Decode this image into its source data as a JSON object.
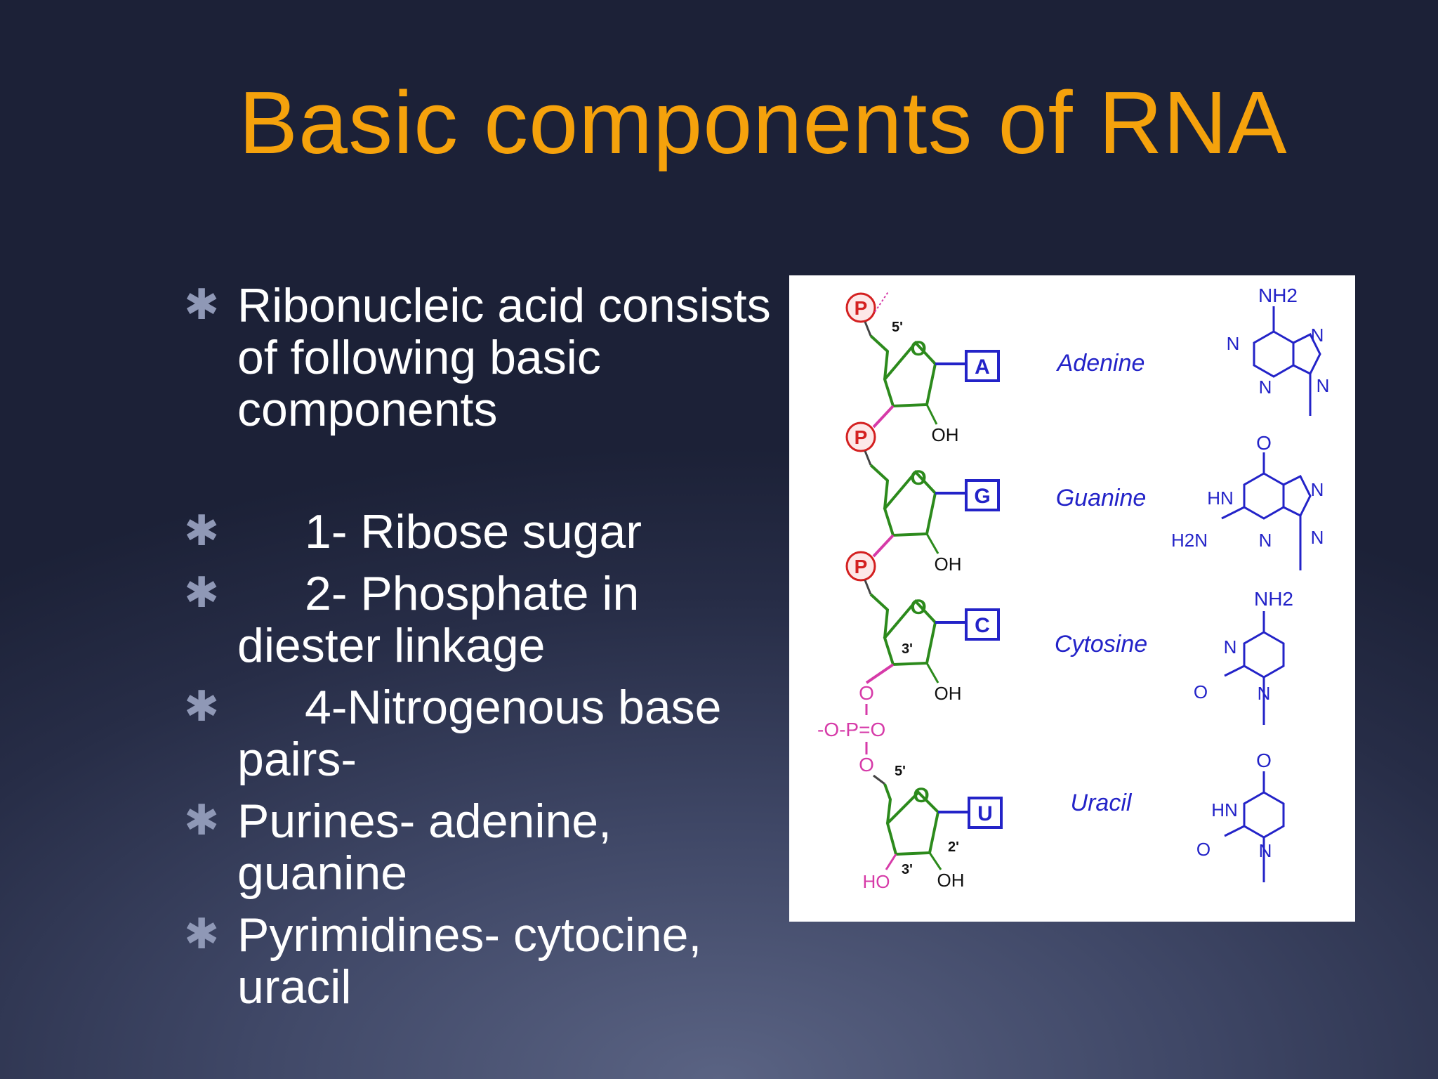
{
  "slide": {
    "title": "Basic components of RNA",
    "background_color": "#272d47",
    "title_color": "#f5a20c"
  },
  "bullets": [
    {
      "text": "Ribonucleic acid consists of following basic components",
      "indent": false
    },
    {
      "text": "1- Ribose sugar",
      "indent": true
    },
    {
      "text": "2- Phosphate in diester linkage",
      "indent": true
    },
    {
      "text": "4-Nitrogenous base pairs-",
      "indent": true
    },
    {
      "text": "Purines- adenine, guanine",
      "indent": false
    },
    {
      "text": "Pyrimidines- cytocine, uracil",
      "indent": false
    }
  ],
  "bullet_icon": "asterisk-icon",
  "figure": {
    "phosphate_label": "P",
    "oxygen_label": "O",
    "hydroxyl_label": "OH",
    "hydroxyl_5prime_label": "HO",
    "prime_5": "5'",
    "prime_3": "3'",
    "prime_2": "2'",
    "phosphodiester": {
      "left": "-O-P=O",
      "top": "O",
      "bottom": "O"
    },
    "nucleotides": [
      {
        "letter": "A",
        "name": "Adenine"
      },
      {
        "letter": "G",
        "name": "Guanine"
      },
      {
        "letter": "C",
        "name": "Cytosine"
      },
      {
        "letter": "U",
        "name": "Uracil"
      }
    ],
    "structure_labels": {
      "amine": "NH2",
      "nitrogen": "N",
      "oxygen": "O",
      "imine": "HN",
      "amine_left": "H2N"
    },
    "colors": {
      "phosphate": "#d42020",
      "sugar": "#2c8a1c",
      "base": "#2323c8",
      "linkage": "#d63aa8",
      "text": "#111111"
    }
  }
}
